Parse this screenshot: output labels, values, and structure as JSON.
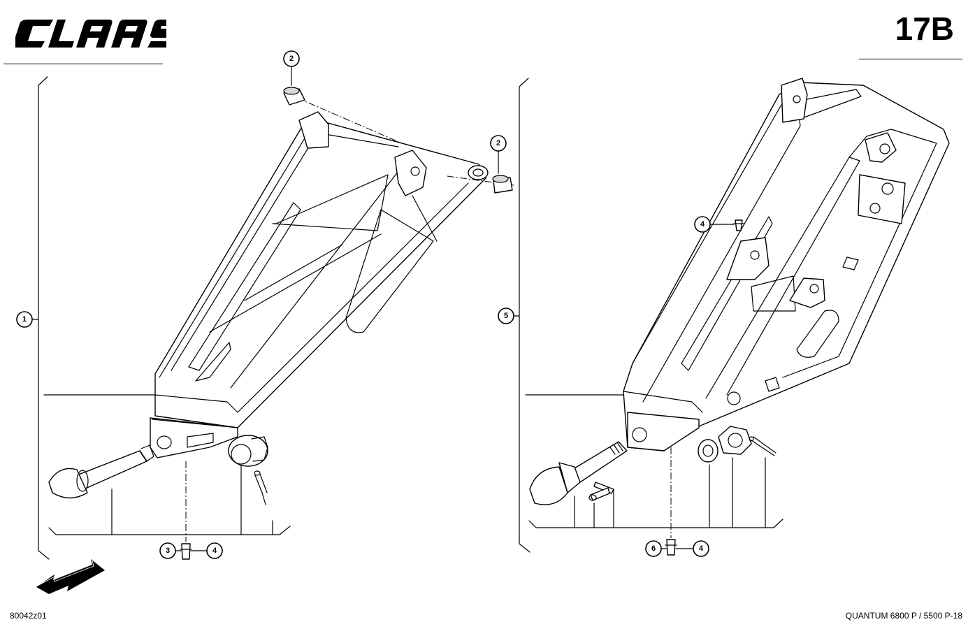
{
  "brand": {
    "name": "CLAAS"
  },
  "sheet_number": "17B",
  "footer": {
    "drawing_id": "80042z01",
    "model_page": "QUANTUM 6800 P / 5500 P-18"
  },
  "callouts": {
    "c1": "1",
    "c2a": "2",
    "c2b": "2",
    "c3": "3",
    "c4a": "4",
    "c4b": "4",
    "c4c": "4",
    "c5": "5",
    "c6": "6"
  }
}
